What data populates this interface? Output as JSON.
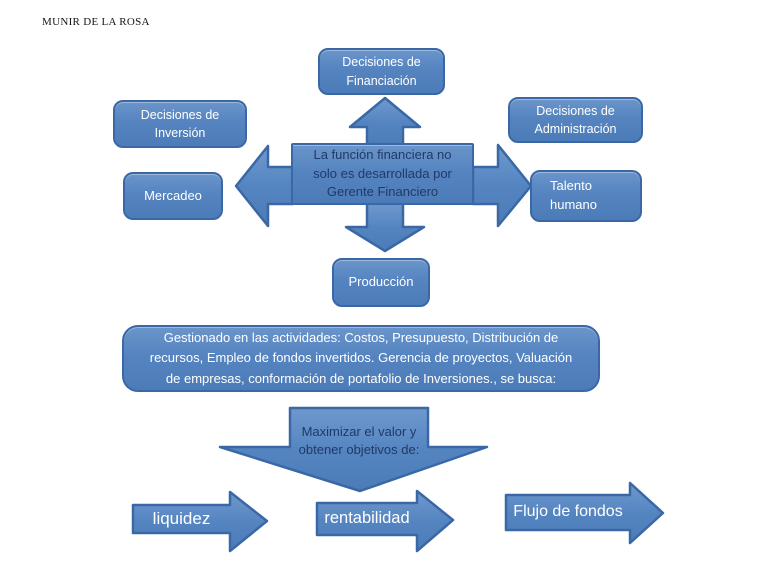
{
  "slide": {
    "author": "MUNIR DE LA ROSA",
    "boxes": {
      "financing": "Decisiones de Financiación",
      "investment": "Decisiones de Inversión",
      "administration": "Decisiones de Administración",
      "central": "La función financiera no solo es desarrollada por Gerente Financiero",
      "marketing": "Mercadeo",
      "human_talent": "Talento humano",
      "production": "Producción",
      "activities": "Gestionado en las actividades: Costos, Presupuesto, Distribución de recursos, Empleo de fondos invertidos.  Gerencia de proyectos, Valuación de empresas, conformación de portafolio de  Inversiones., se  busca:",
      "maximize": "Maximizar el valor y obtener objetivos de:"
    },
    "bottom_arrows": [
      "liquidez",
      "rentabilidad",
      "Flujo de fondos"
    ],
    "colors": {
      "shape_fill": "#5383bf",
      "shape_fill_light": "#6b95ca",
      "shape_border": "#3a68a6",
      "dark_text": "#1f3a68",
      "light_text": "#ffffff",
      "background": "#ffffff"
    }
  }
}
